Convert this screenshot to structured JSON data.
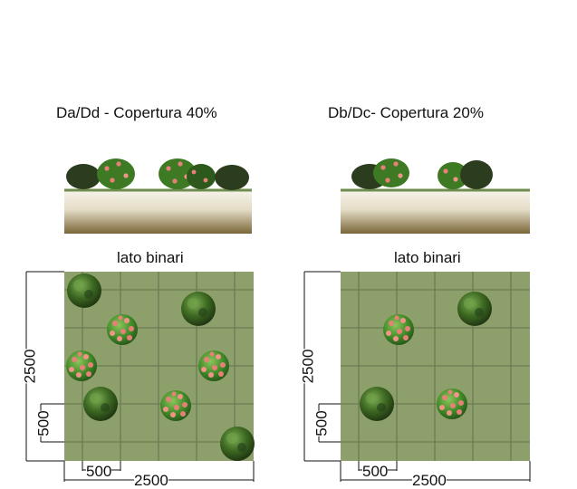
{
  "panels": [
    {
      "title": "Da/Dd - Copertura 40%",
      "side_label": "lato binari",
      "dim_total_h": "2500",
      "dim_total_v": "2500",
      "dim_cell_h": "500",
      "dim_cell_v": "500"
    },
    {
      "title": "Db/Dc- Copertura 20%",
      "side_label": "lato binari",
      "dim_total_h": "2500",
      "dim_total_v": "2500",
      "dim_cell_h": "500",
      "dim_cell_v": "500"
    }
  ],
  "colors": {
    "plan_fill": "#8d9f6a",
    "grid_line": "#6c7d55",
    "shrub_dark": "#2f4a1a",
    "shrub_green": "#3f7a23",
    "flower": "#e8807a",
    "soil_top": "#f4f1e8",
    "soil_bottom": "#7d6a3e"
  }
}
